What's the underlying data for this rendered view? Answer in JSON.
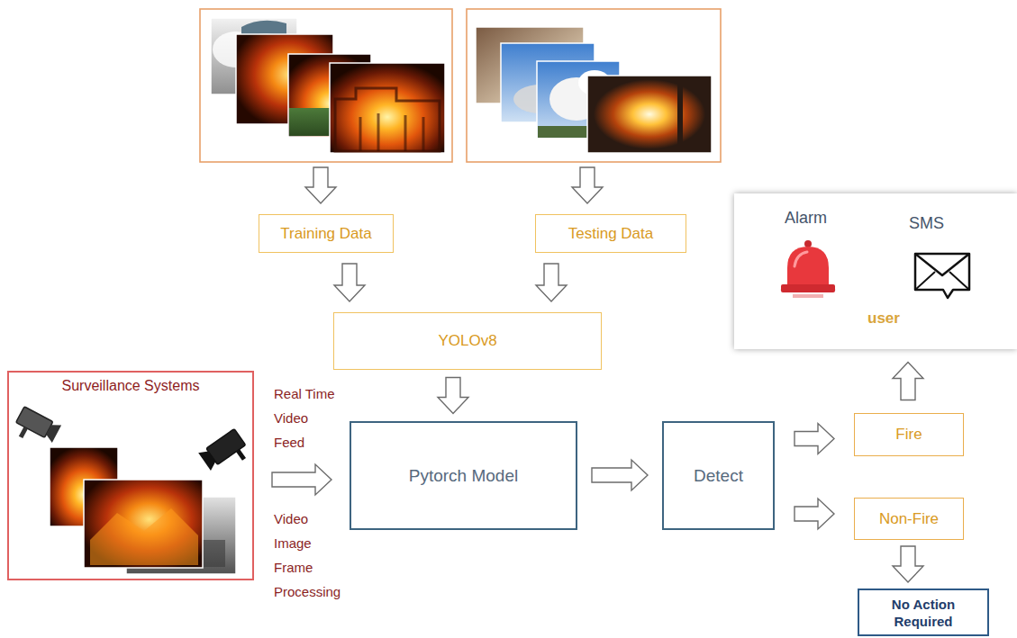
{
  "diagram": {
    "nodes": [
      {
        "text": [
          "Training Data"
        ]
      },
      {
        "text": [
          "Testing Data"
        ]
      },
      {
        "text": [
          "Alarm",
          "SMS",
          "user"
        ]
      },
      {
        "text": [
          "YOLOv8"
        ]
      },
      {
        "text": [
          "Surveillance Systems"
        ]
      },
      {
        "text": [
          "Pytorch Model"
        ]
      },
      {
        "text": [
          "Detect"
        ]
      },
      {
        "text": [
          "Fire"
        ]
      },
      {
        "text": [
          "Non-Fire"
        ]
      },
      {
        "text": [
          "No Action Required"
        ]
      }
    ],
    "edges": [
      {
        "from": 0,
        "to": 3,
        "arrow": "to"
      },
      {
        "from": 1,
        "to": 3,
        "arrow": "to"
      },
      {
        "from": 3,
        "to": 5,
        "arrow": "to"
      },
      {
        "from": 4,
        "to": 5,
        "arrow": "to"
      },
      {
        "from": 5,
        "to": 6,
        "arrow": "to"
      },
      {
        "from": 6,
        "to": 7,
        "arrow": "to"
      },
      {
        "from": 6,
        "to": 8,
        "arrow": "to"
      },
      {
        "from": 7,
        "to": 2,
        "arrow": "to"
      },
      {
        "from": 8,
        "to": 9,
        "arrow": "to"
      }
    ],
    "labels": [
      "Real Time Video Feed",
      "Video Image Frame Processing"
    ]
  }
}
